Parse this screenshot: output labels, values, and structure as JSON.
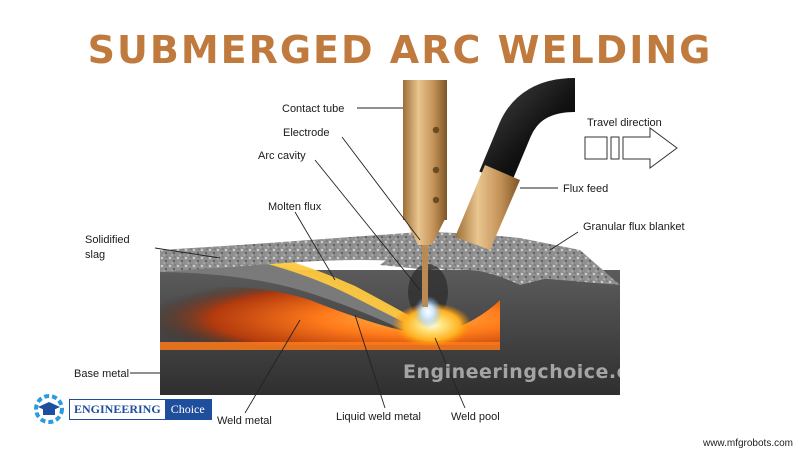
{
  "title": "SUBMERGED ARC WELDING",
  "labels": {
    "contact_tube": "Contact tube",
    "electrode": "Electrode",
    "arc_cavity": "Arc cavity",
    "molten_flux": "Molten flux",
    "solidified_slag_1": "Solidified",
    "solidified_slag_2": "slag",
    "base_metal": "Base metal",
    "weld_metal": "Weld metal",
    "liquid_weld_metal": "Liquid weld metal",
    "weld_pool": "Weld pool",
    "flux_feed": "Flux feed",
    "granular_flux_blanket": "Granular flux blanket",
    "travel_direction": "Travel direction"
  },
  "watermark": "Engineeringchoice.com",
  "logo": {
    "word1": "ENGINEERING",
    "word2": "Choice"
  },
  "site": "www.mfgrobots.com",
  "colors": {
    "title": "#c07a3e",
    "steel": "#4a4a4a",
    "flux": "#9a9a9a",
    "weld_hot": "#ff8a1a",
    "copper": "#c8965a",
    "logo_blue": "#1f4e9c"
  }
}
